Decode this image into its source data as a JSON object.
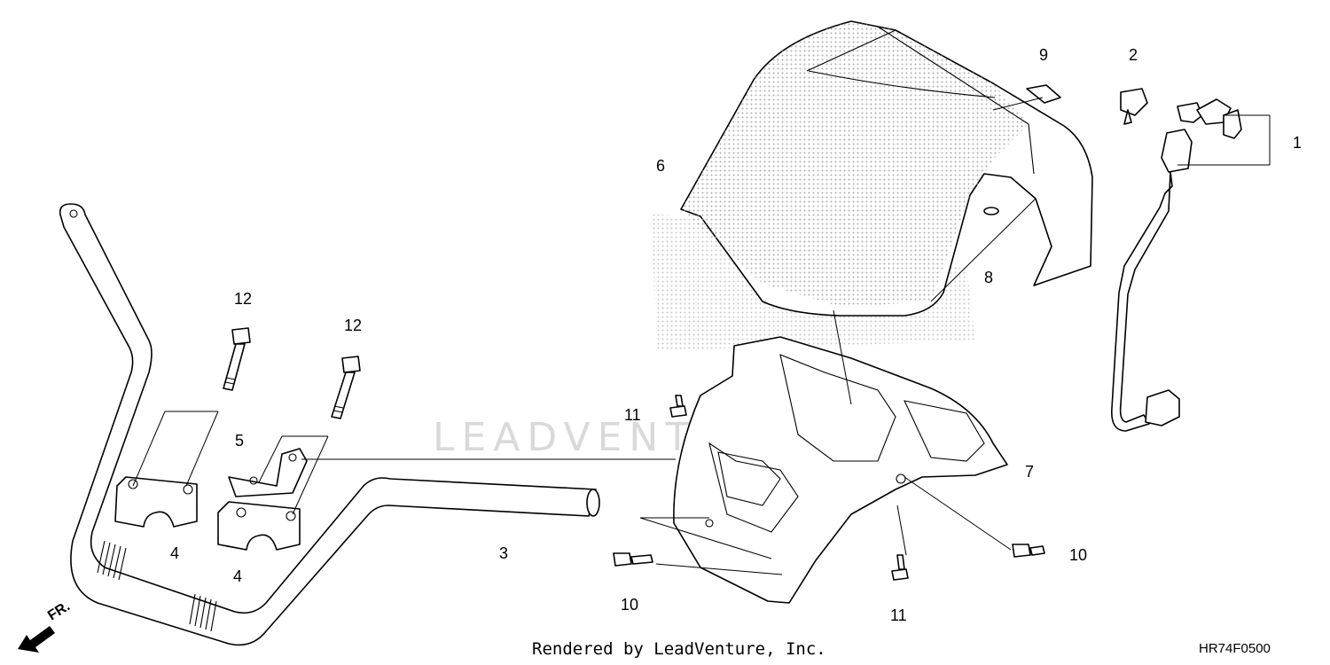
{
  "callouts": {
    "c1": "1",
    "c2": "2",
    "c3": "3",
    "c4a": "4",
    "c4b": "4",
    "c5": "5",
    "c6": "6",
    "c7": "7",
    "c8": "8",
    "c9": "9",
    "c10a": "10",
    "c10b": "10",
    "c11a": "11",
    "c11b": "11",
    "c12a": "12",
    "c12b": "12"
  },
  "direction_label": "FR.",
  "watermark": "LEADVENTURE",
  "footer": "Rendered by LeadVenture, Inc.",
  "diagram_code": "HR74F0500"
}
